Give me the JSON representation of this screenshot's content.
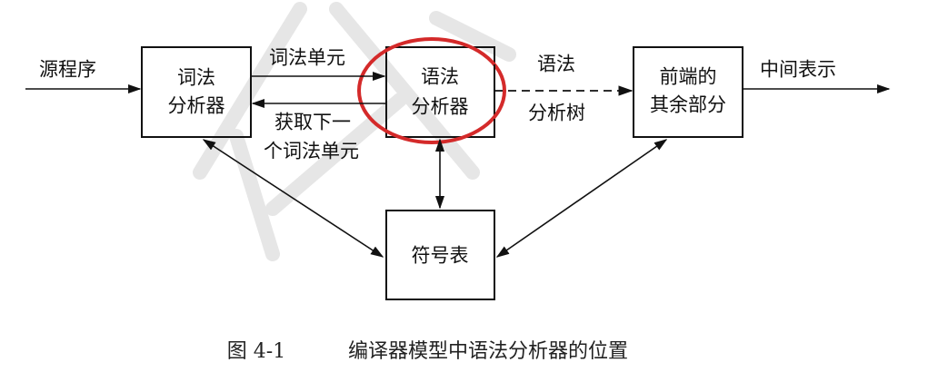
{
  "boxes": {
    "lexer": {
      "line1": "词法",
      "line2": "分析器"
    },
    "parser": {
      "line1": "语法",
      "line2": "分析器"
    },
    "frontend": {
      "line1": "前端的",
      "line2": "其余部分"
    },
    "symtab": {
      "label": "符号表"
    }
  },
  "labels": {
    "source": "源程序",
    "token": "词法单元",
    "get_next_1": "获取下一",
    "get_next_2": "个词法单元",
    "parse_tree_1": "语法",
    "parse_tree_2": "分析树",
    "ir": "中间表示"
  },
  "caption": {
    "figure_no": "图 4-1",
    "text": "编译器模型中语法分析器的位置"
  },
  "colors": {
    "highlight": "#d42a2a",
    "ink": "#111111"
  }
}
